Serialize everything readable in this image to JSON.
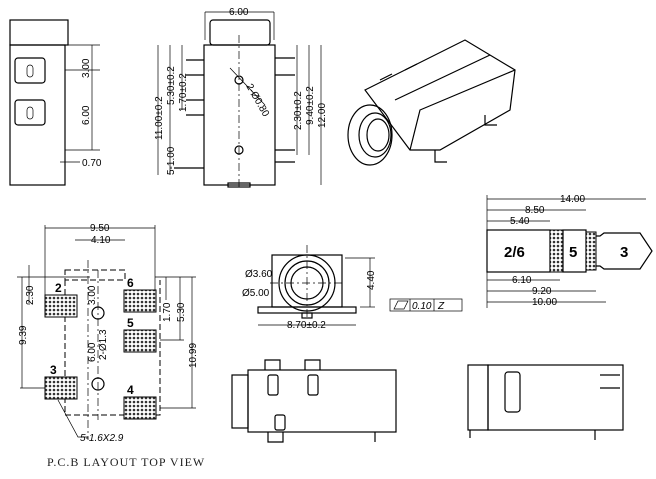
{
  "side_view": {
    "dims": [
      "3.00",
      "6.00",
      "0.70"
    ]
  },
  "top_view": {
    "dims": [
      "6.00",
      "11.00±0.2",
      "5.30±0.2",
      "1.70±0.2",
      "5-1.00",
      "2-Ø0.80",
      "2.30±0.2",
      "9.40±0.2",
      "12.00"
    ]
  },
  "pcb_layout": {
    "dims": [
      "9.50",
      "4.10",
      "2.30",
      "9.39",
      "3.00",
      "6.00",
      "2-Ø1.3",
      "1.70",
      "5.30",
      "10.99",
      "5-1.6X2.9"
    ],
    "pads": [
      "2",
      "3",
      "6",
      "5",
      "4"
    ],
    "caption": "P.C.B LAYOUT TOP VIEW"
  },
  "front_view": {
    "dims": [
      "Ø3.60",
      "Ø5.00",
      "4.40",
      "8.70±0.2"
    ],
    "flatness": {
      "value": "0.10",
      "datum": "Z"
    }
  },
  "plug": {
    "dims": [
      "14.00",
      "8.50",
      "5.40",
      "6.10",
      "9.20",
      "10.00"
    ],
    "segments": [
      "2/6",
      "5",
      "3"
    ]
  }
}
